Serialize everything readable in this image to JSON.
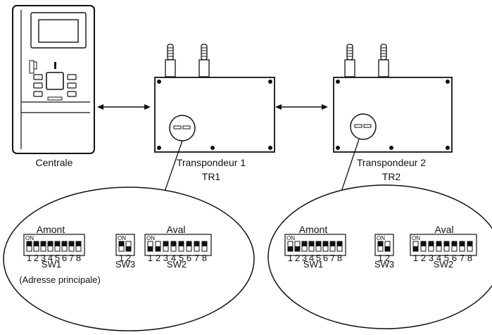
{
  "devices": {
    "centrale": {
      "label": "Centrale"
    },
    "transponder1": {
      "label": "Transpondeur 1",
      "code": "TR1"
    },
    "transponder2": {
      "label": "Transpondeur 2",
      "code": "TR2"
    }
  },
  "detail_tr1": {
    "amont_label": "Amont",
    "aval_label": "Aval",
    "sw1_label": "SW1",
    "sw1_note": "(Adresse principale)",
    "sw3_label": "SW3",
    "sw2_label": "SW2",
    "on_label": "ON",
    "sw1_states": [
      1,
      1,
      1,
      1,
      1,
      1,
      1,
      1
    ],
    "sw3_states": [
      1,
      0
    ],
    "sw2_states": [
      0,
      0,
      1,
      1,
      1,
      1,
      1,
      1
    ]
  },
  "detail_tr2": {
    "amont_label": "Amont",
    "aval_label": "Aval",
    "sw1_label": "SW1",
    "sw3_label": "SW3",
    "sw2_label": "SW2",
    "on_label": "ON",
    "sw1_states": [
      0,
      0,
      1,
      1,
      1,
      1,
      1,
      1
    ],
    "sw3_states": [
      1,
      0
    ],
    "sw2_states": [
      0,
      1,
      1,
      1,
      1,
      1,
      1,
      1
    ]
  },
  "switch_numbers": {
    "eight": [
      "1",
      "2",
      "3",
      "4",
      "5",
      "6",
      "7",
      "8"
    ],
    "two": [
      "1",
      "2"
    ]
  },
  "colors": {
    "ink": "#111111",
    "background": "#ffffff",
    "switch_on_fill": "#111111"
  }
}
